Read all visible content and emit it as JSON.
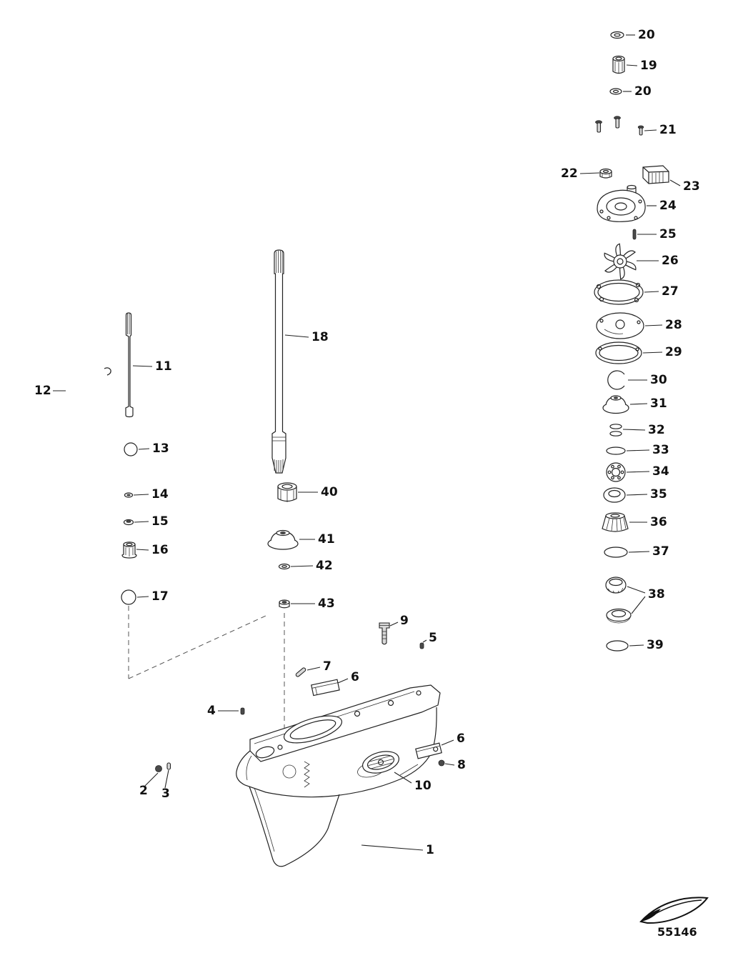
{
  "diagram": {
    "figure_number": "55146",
    "colors": {
      "ink": "#222222",
      "background": "#ffffff"
    },
    "callouts": {
      "c20a": "20",
      "c19": "19",
      "c20b": "20",
      "c21": "21",
      "c22": "22",
      "c23": "23",
      "c24": "24",
      "c25": "25",
      "c26": "26",
      "c27": "27",
      "c28": "28",
      "c29": "29",
      "c30": "30",
      "c31": "31",
      "c32": "32",
      "c33": "33",
      "c34": "34",
      "c35": "35",
      "c36": "36",
      "c37": "37",
      "c38": "38",
      "c39": "39",
      "c18": "18",
      "c40": "40",
      "c41": "41",
      "c42": "42",
      "c43": "43",
      "c11": "11",
      "c12": "12",
      "c13": "13",
      "c14": "14",
      "c15": "15",
      "c16": "16",
      "c17": "17",
      "c9": "9",
      "c5": "5",
      "c7": "7",
      "c6a": "6",
      "c4": "4",
      "c2": "2",
      "c3": "3",
      "c10": "10",
      "c6b": "6",
      "c8": "8",
      "c1": "1"
    }
  }
}
